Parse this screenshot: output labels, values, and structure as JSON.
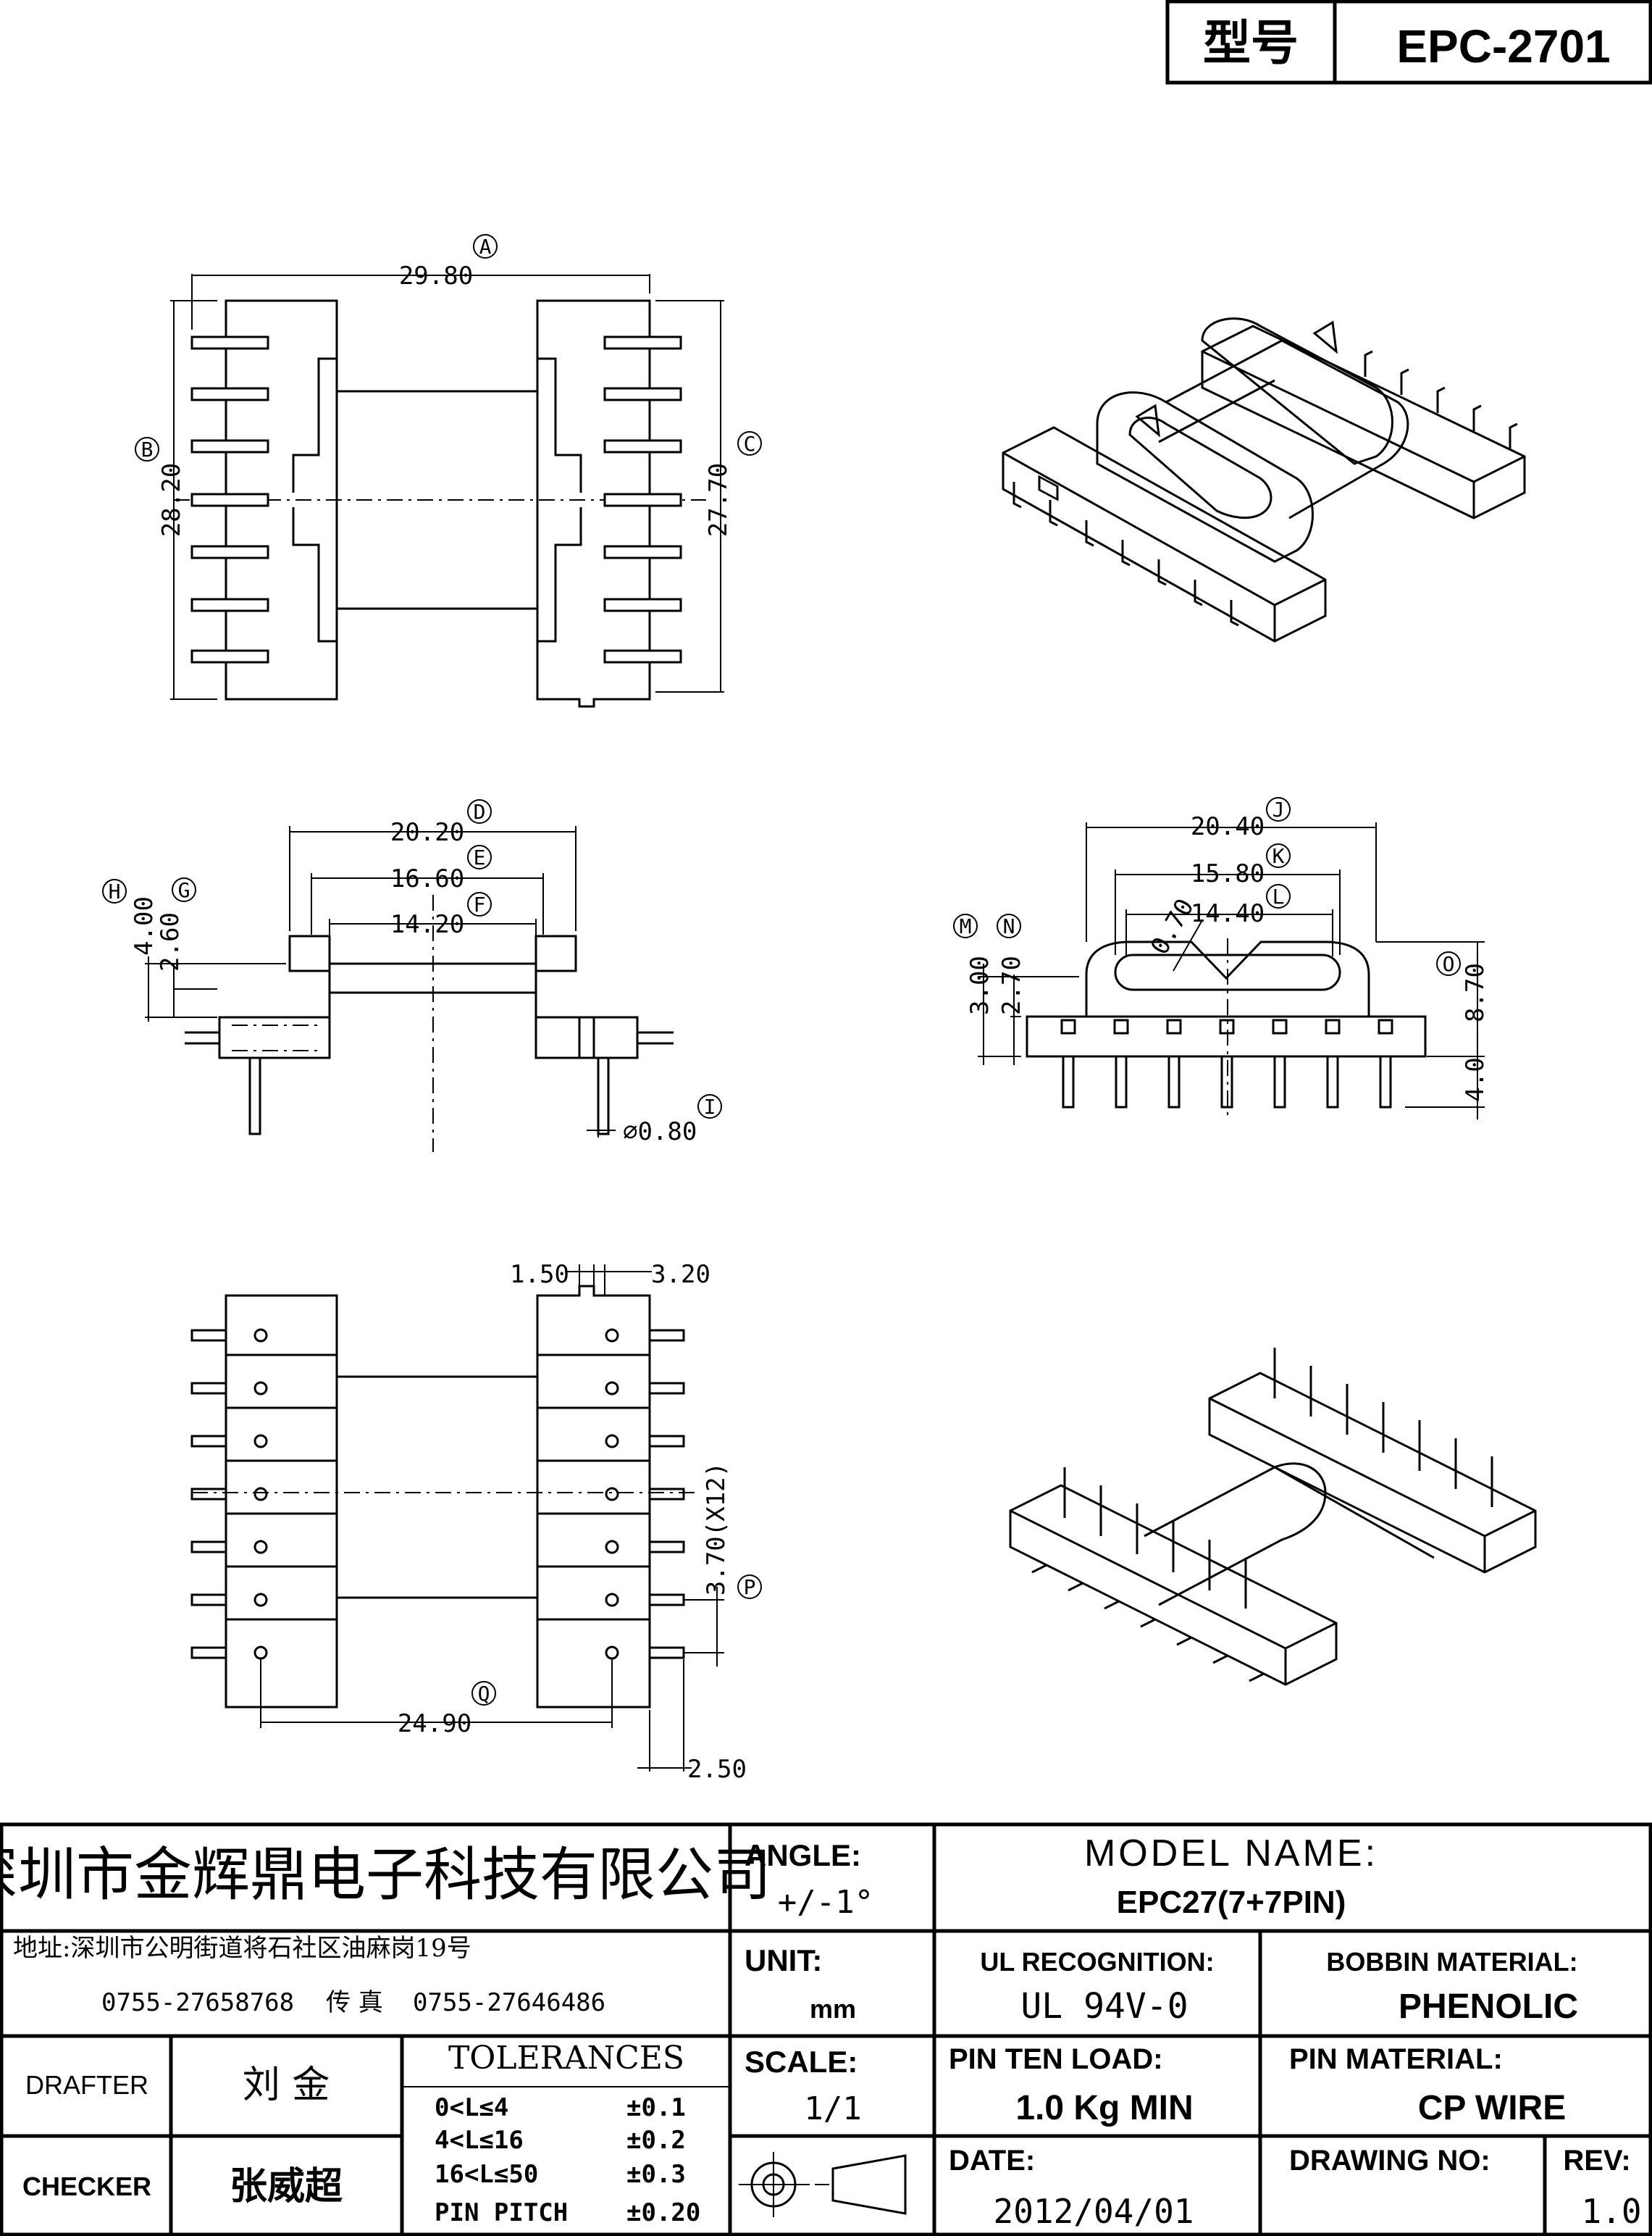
{
  "header": {
    "model_label": "型号",
    "model_value": "EPC-2701"
  },
  "top_view": {
    "dim_width": "29.80",
    "dim_width_tag": "A",
    "dim_left_height": "28.20",
    "dim_left_tag": "B",
    "dim_right_height": "27.70",
    "dim_right_tag": "C"
  },
  "side_view": {
    "d1": "20.20",
    "d1_tag": "D",
    "d2": "16.60",
    "d2_tag": "E",
    "d3": "14.20",
    "d3_tag": "F",
    "h1": "4.00",
    "h1_tag": "H",
    "h2": "2.60",
    "h2_tag": "G",
    "pin_dia": "⌀0.80",
    "pin_dia_tag": "I"
  },
  "front_view": {
    "j": "20.40",
    "j_tag": "J",
    "k": "15.80",
    "k_tag": "K",
    "l": "14.40",
    "l_tag": "L",
    "slot": "0.70",
    "m": "3.00",
    "m_tag": "M",
    "n": "2.70",
    "n_tag": "N",
    "o": "8.70",
    "o_tag": "O",
    "pin_len": "4.0"
  },
  "bottom_view": {
    "a": "1.50",
    "b": "3.20",
    "pitch": "3.70(X12)",
    "pitch_tag": "P",
    "span": "24.90",
    "span_tag": "Q",
    "offset": "2.50"
  },
  "title_block": {
    "company": "深圳市金辉鼎电子科技有限公司",
    "address": "地址:深圳市公明街道将石社区油麻岗19号",
    "phone": "0755-27658768",
    "fax_label": "传 真",
    "fax": "0755-27646486",
    "angle_label": "ANGLE:",
    "angle_value": "+/-1°",
    "unit_label": "UNIT:",
    "unit_value": "mm",
    "scale_label": "SCALE:",
    "scale_value": "1/1",
    "model_name_label": "MODEL NAME:",
    "model_name_value": "EPC27(7+7PIN)",
    "ul_label": "UL RECOGNITION:",
    "ul_value": "UL 94V-0",
    "bobbin_label": "BOBBIN MATERIAL:",
    "bobbin_value": "PHENOLIC",
    "pin_load_label": "PIN TEN LOAD:",
    "pin_load_value": "1.0 Kg MIN",
    "pin_mat_label": "PIN MATERIAL:",
    "pin_mat_value": "CP WIRE",
    "date_label": "DATE:",
    "date_value": "2012/04/01",
    "drawing_no_label": "DRAWING NO:",
    "rev_label": "REV:",
    "rev_value": "1.0",
    "drafter_label": "DRAFTER",
    "drafter_name": "刘 金",
    "checker_label": "CHECKER",
    "checker_name": "张威超",
    "tolerances_label": "TOLERANCES",
    "tolerances": [
      {
        "range": "0<L≤4",
        "value": "±0.1"
      },
      {
        "range": "4<L≤16",
        "value": "±0.2"
      },
      {
        "range": "16<L≤50",
        "value": "±0.3"
      },
      {
        "range": "PIN PITCH",
        "value": "±0.20"
      }
    ]
  }
}
